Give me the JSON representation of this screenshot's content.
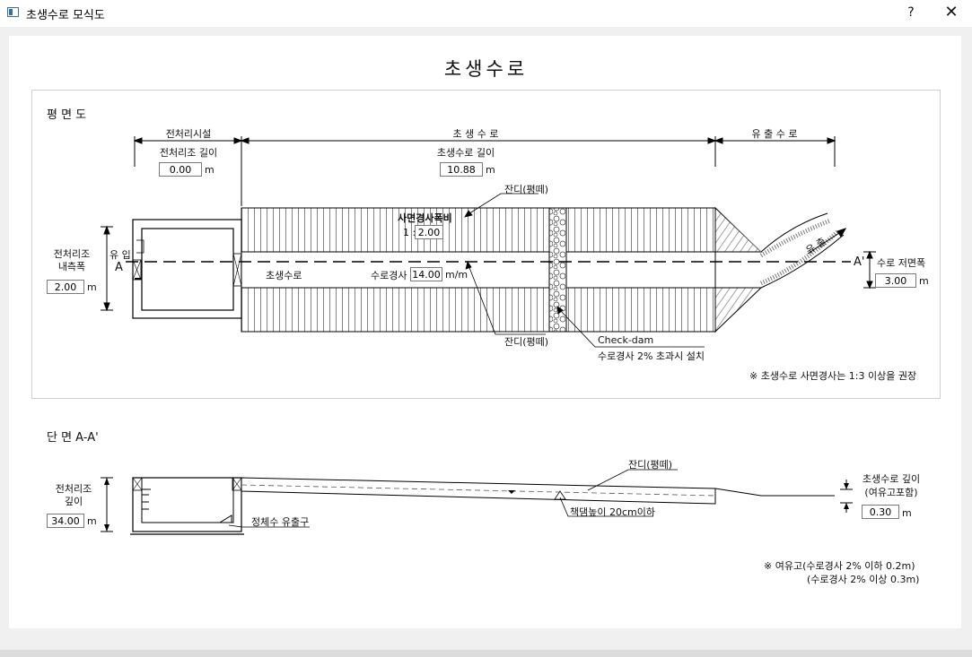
{
  "window": {
    "title": "초생수로 모식도",
    "help_label": "?",
    "close_label": "✕"
  },
  "main_title": "초생수로",
  "plan": {
    "title": "평 면 도",
    "sections": {
      "pre": "전처리시설",
      "channel": "초 생 수 로",
      "outflow": "유 출 수 로"
    },
    "pretank_length_label": "전처리조 길이",
    "pretank_length_value": "0.00",
    "channel_length_label": "초생수로 길이",
    "channel_length_value": "10.88",
    "turf_label": "잔디(평떼)",
    "side_slope_label": "사면경사폭비",
    "side_slope_prefix": "1 :",
    "side_slope_value": "2.00",
    "channel_label": "초생수로",
    "slope_label": "수로경사",
    "slope_value": "14.00",
    "slope_unit": "m/m",
    "inlet_label": "유 입",
    "section_a": "A",
    "section_a_prime": "A'",
    "outflow_label": "유 출",
    "pretank_width_label": "전처리조\n내측폭",
    "pretank_width_value": "2.00",
    "bottom_width_label": "수로 저면폭",
    "bottom_width_value": "3.00",
    "checkdam_label": "Check-dam",
    "checkdam_note": "수로경사 2% 초과시 설치",
    "slope_note": "※ 초생수로 사면경사는 1:3 이상을 권장",
    "unit_m": "m"
  },
  "section_view": {
    "title": "단 면 A-A'",
    "turf_label": "잔디(평떼)",
    "pretank_depth_label": "전처리조\n깊이",
    "pretank_depth_value": "34.00",
    "stagnant_outlet_label": "정체수 유출구",
    "dam_height_label": "책댐높이 20cm이하",
    "channel_depth_label": "초생수로 깊이\n(여유고포함)",
    "channel_depth_value": "0.30",
    "freeboard_note_1": "※  여유고(수로경사 2% 이하 0.2m)",
    "freeboard_note_2": "(수로경사 2% 이상 0.3m)",
    "unit_m": "m"
  }
}
